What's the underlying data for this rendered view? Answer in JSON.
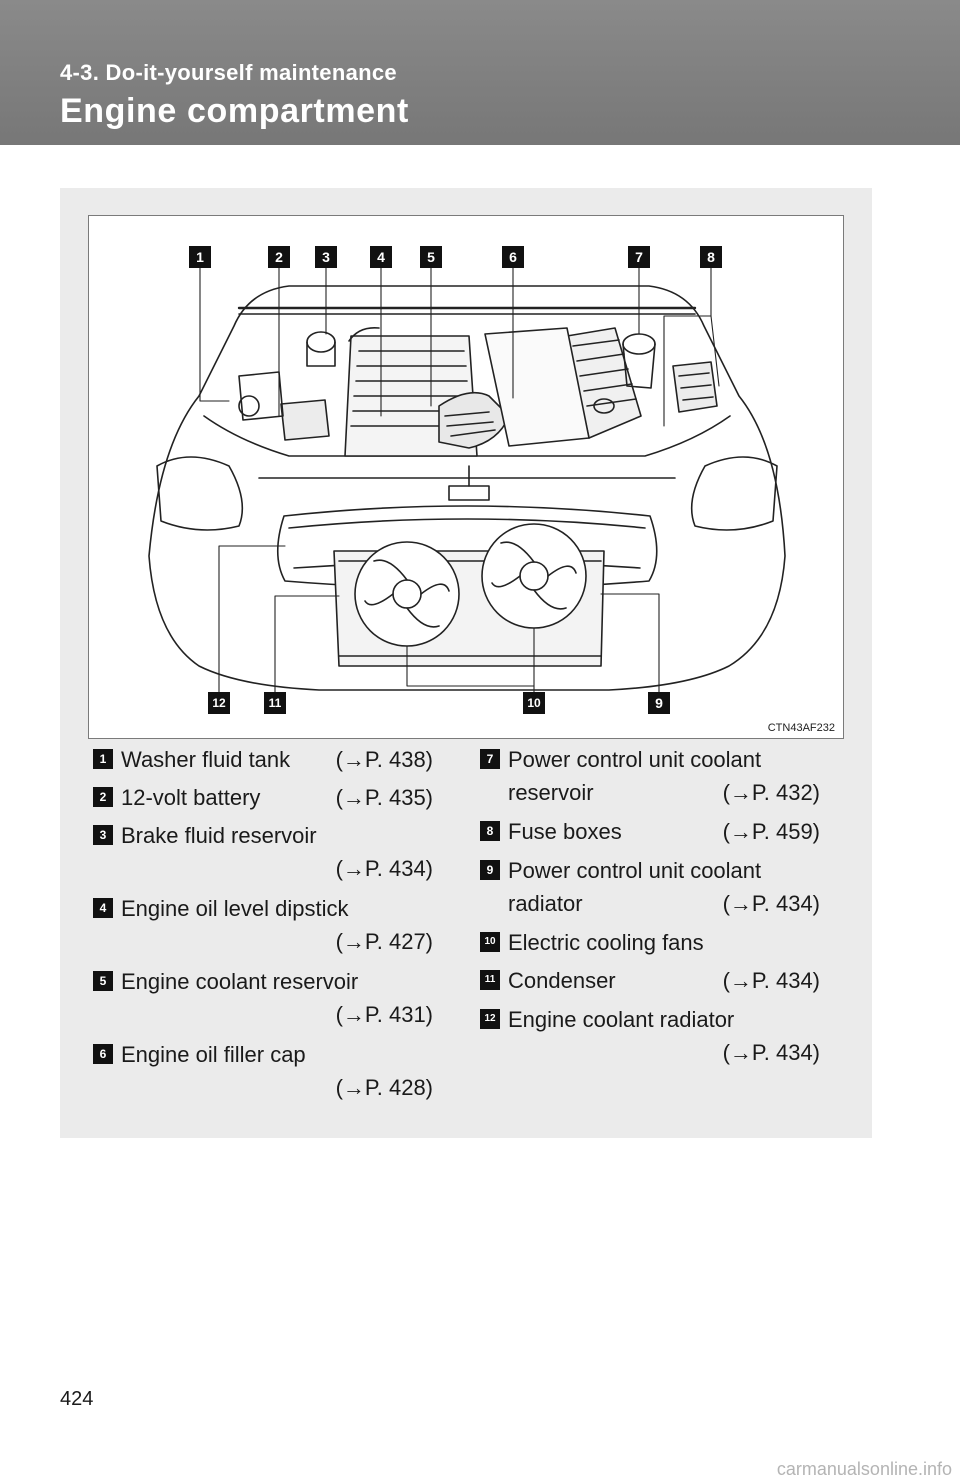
{
  "header": {
    "section": "4-3. Do-it-yourself maintenance",
    "title": "Engine compartment"
  },
  "figure": {
    "code": "CTN43AF232",
    "callouts": [
      "1",
      "2",
      "3",
      "4",
      "5",
      "6",
      "7",
      "8",
      "9",
      "10",
      "11",
      "12"
    ]
  },
  "items": [
    {
      "num": "1",
      "lines": [
        "Washer fluid tank"
      ],
      "ref": "(→P. 438)"
    },
    {
      "num": "2",
      "lines": [
        "12-volt battery"
      ],
      "ref": "(→P. 435)"
    },
    {
      "num": "3",
      "lines": [
        "Brake fluid reservoir",
        ""
      ],
      "ref": "(→P. 434)"
    },
    {
      "num": "4",
      "lines": [
        "Engine oil level dipstick",
        ""
      ],
      "ref": "(→P. 427)"
    },
    {
      "num": "5",
      "lines": [
        "Engine coolant reservoir",
        ""
      ],
      "ref": "(→P. 431)"
    },
    {
      "num": "6",
      "lines": [
        "Engine oil filler cap",
        ""
      ],
      "ref": "(→P. 428)"
    },
    {
      "num": "7",
      "lines": [
        "Power control unit coolant",
        "reservoir"
      ],
      "ref": "(→P. 432)"
    },
    {
      "num": "8",
      "lines": [
        "Fuse boxes"
      ],
      "ref": "(→P. 459)"
    },
    {
      "num": "9",
      "lines": [
        "Power control unit coolant",
        "radiator"
      ],
      "ref": "(→P. 434)"
    },
    {
      "num": "10",
      "lines": [
        "Electric cooling fans"
      ],
      "ref": ""
    },
    {
      "num": "11",
      "lines": [
        "Condenser"
      ],
      "ref": "(→P. 434)"
    },
    {
      "num": "12",
      "lines": [
        "Engine coolant radiator",
        ""
      ],
      "ref": "(→P. 434)"
    }
  ],
  "page_number": "424",
  "watermark": "carmanualsonline.info"
}
